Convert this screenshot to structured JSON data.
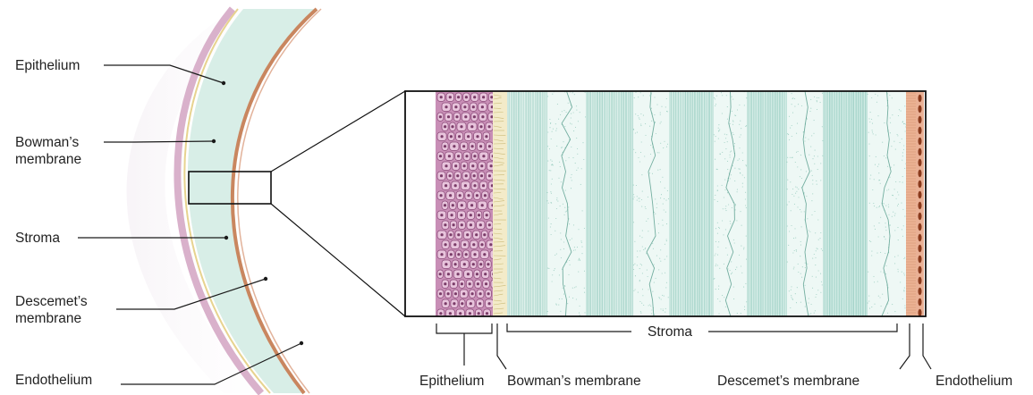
{
  "labels_left": {
    "epithelium": "Epithelium",
    "bowman": [
      "Bowman’s",
      "membrane"
    ],
    "stroma": "Stroma",
    "descemet": [
      "Descemet’s",
      "membrane"
    ],
    "endothelium": "Endothelium"
  },
  "labels_bottom": {
    "epithelium": "Epithelium",
    "bowman": "Bowman’s membrane",
    "stroma": "Stroma",
    "descemet": "Descemet’s membrane",
    "endothelium": "Endothelium"
  },
  "colors": {
    "epithelium": "#b0709c",
    "epithelium_cell": "#e8c4dc",
    "bowman": "#f0e8c0",
    "stroma_light": "#dff1ec",
    "stroma_fiber": "#6fb8a8",
    "descemet": "#e8a888",
    "endothelium_nucleus": "#8a3a1c",
    "leader_line": "#1a1a1a"
  }
}
